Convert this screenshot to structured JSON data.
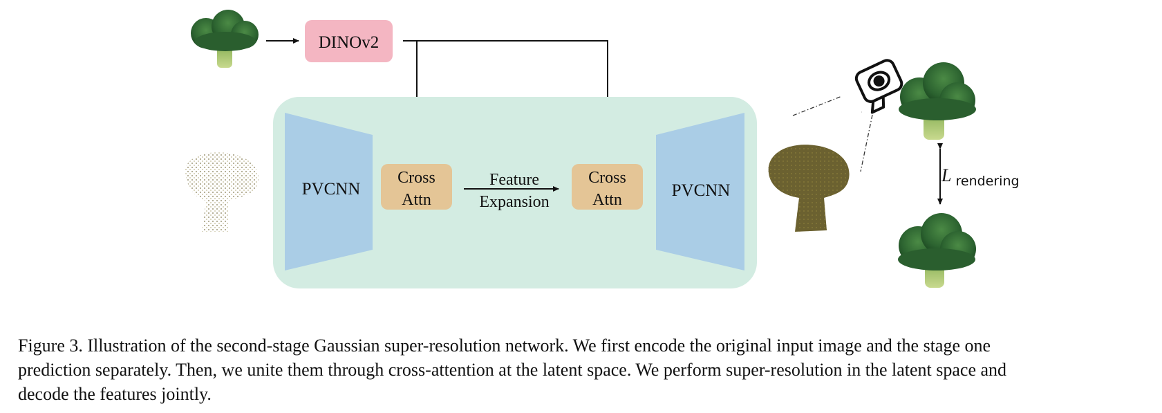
{
  "figure": {
    "dino_label": "DINOv2",
    "encoder_label": "PVCNN",
    "decoder_label": "PVCNN",
    "cross_attn_1": [
      "Cross",
      "Attn"
    ],
    "cross_attn_2": [
      "Cross",
      "Attn"
    ],
    "expansion_label": [
      "Feature",
      "Expansion"
    ],
    "loss_symbol": "L",
    "loss_subscript": "rendering",
    "colors": {
      "dino_box": "#f4b6c2",
      "network_bg": "#d3ece2",
      "pvcnn": "#aacde6",
      "cross_attn": "#e4c596",
      "broccoli": "#2f6b35"
    },
    "icons": [
      "broccoli-input-image",
      "sparse-point-cloud",
      "dense-point-cloud",
      "camera-icon",
      "rendered-broccoli",
      "ground-truth-broccoli"
    ]
  },
  "caption": {
    "lines": [
      "Figure 3. Illustration of the second-stage Gaussian super-resolution network. We first encode the original input image and the stage one",
      "prediction separately. Then, we unite them through cross-attention at the latent space. We perform super-resolution in the latent space and",
      "decode the features jointly."
    ]
  }
}
